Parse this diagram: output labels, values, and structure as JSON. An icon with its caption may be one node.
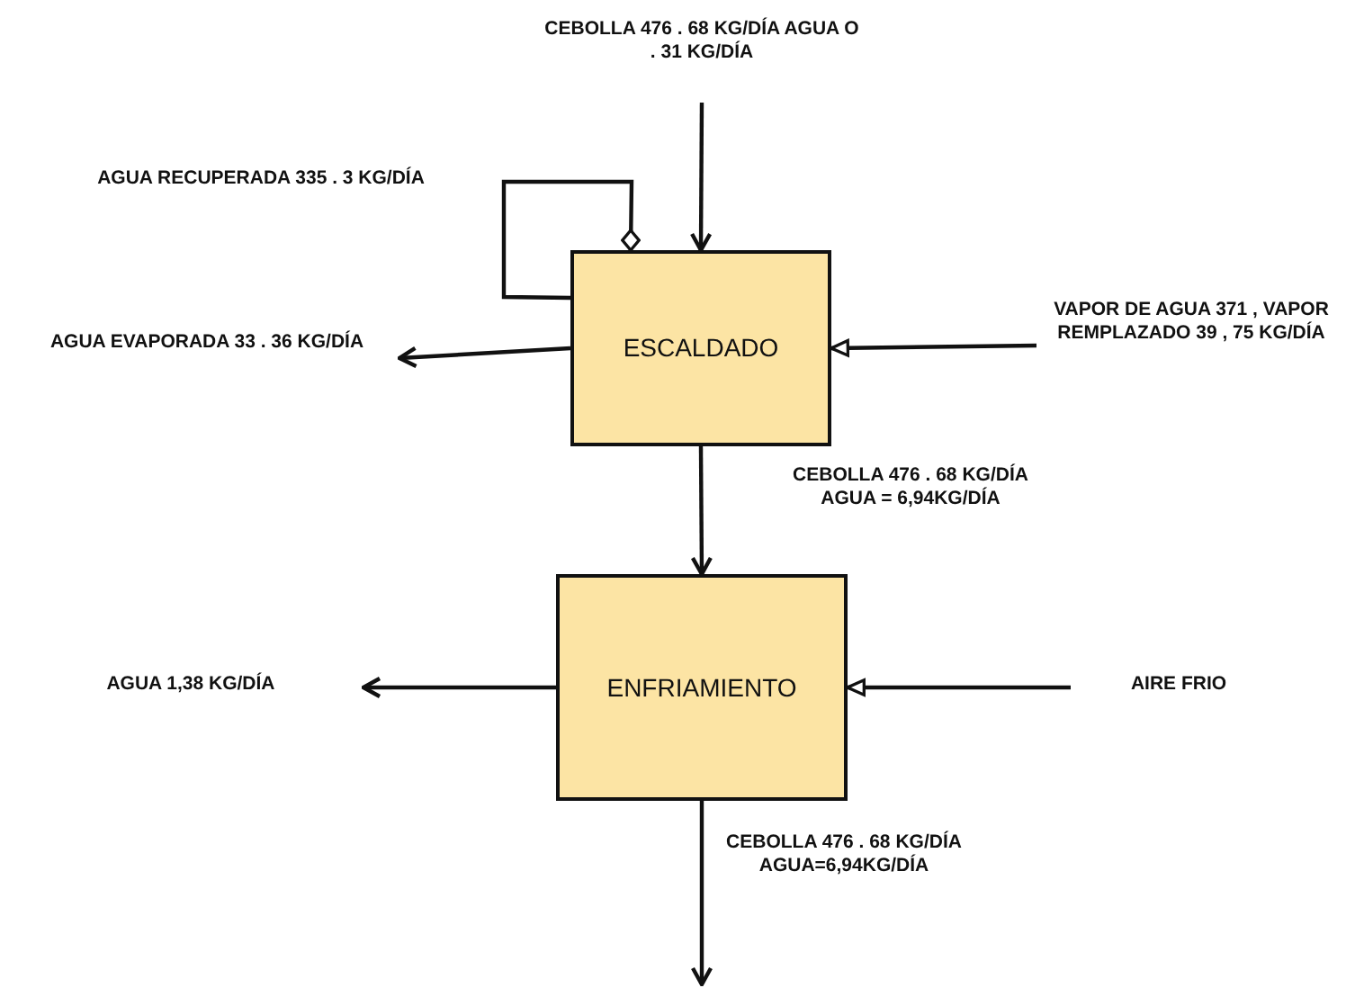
{
  "diagram": {
    "nodes": [
      {
        "text": [
          "CEBOLLA 476 . 68 KG/DÍA AGUA O . 31 KG/DÍA"
        ]
      },
      {
        "text": [
          "AGUA EVAPORADA 33 . 36 KG/DÍA"
        ]
      },
      {
        "text": [
          "ESCALDADO"
        ]
      },
      {
        "text": [
          "VAPOR DE AGUA 371 , VAPOR REMPLAZADO 39 , 75 KG/DÍA"
        ]
      },
      {
        "text": [
          "ENFRIAMIENTO"
        ]
      },
      {
        "text": [
          "AGUA 1,38 KG/DÍA"
        ]
      },
      {
        "text": [
          "AIRE FRIO"
        ]
      }
    ],
    "edges": [
      {
        "from": 0,
        "to": 2,
        "arrow": "to"
      },
      {
        "from": 2,
        "to": 2,
        "arrow": "other",
        "label": "AGUA RECUPERADA 335 . 3 KG/DÍA"
      },
      {
        "from": 2,
        "to": 1,
        "arrow": "to"
      },
      {
        "from": 3,
        "to": 2,
        "arrow": "to"
      },
      {
        "from": 2,
        "to": 4,
        "arrow": "to",
        "label": "CEBOLLA 476 . 68 KG/DÍA AGUA = 6,94KG/DÍA"
      },
      {
        "from": 4,
        "to": 5,
        "arrow": "to"
      },
      {
        "from": 6,
        "to": 4,
        "arrow": "to"
      },
      {
        "from": 4,
        "to": null,
        "arrow": "to",
        "label": "CEBOLLA 476 . 68 KG/DÍA AGUA=6,94KG/DÍA"
      }
    ]
  }
}
